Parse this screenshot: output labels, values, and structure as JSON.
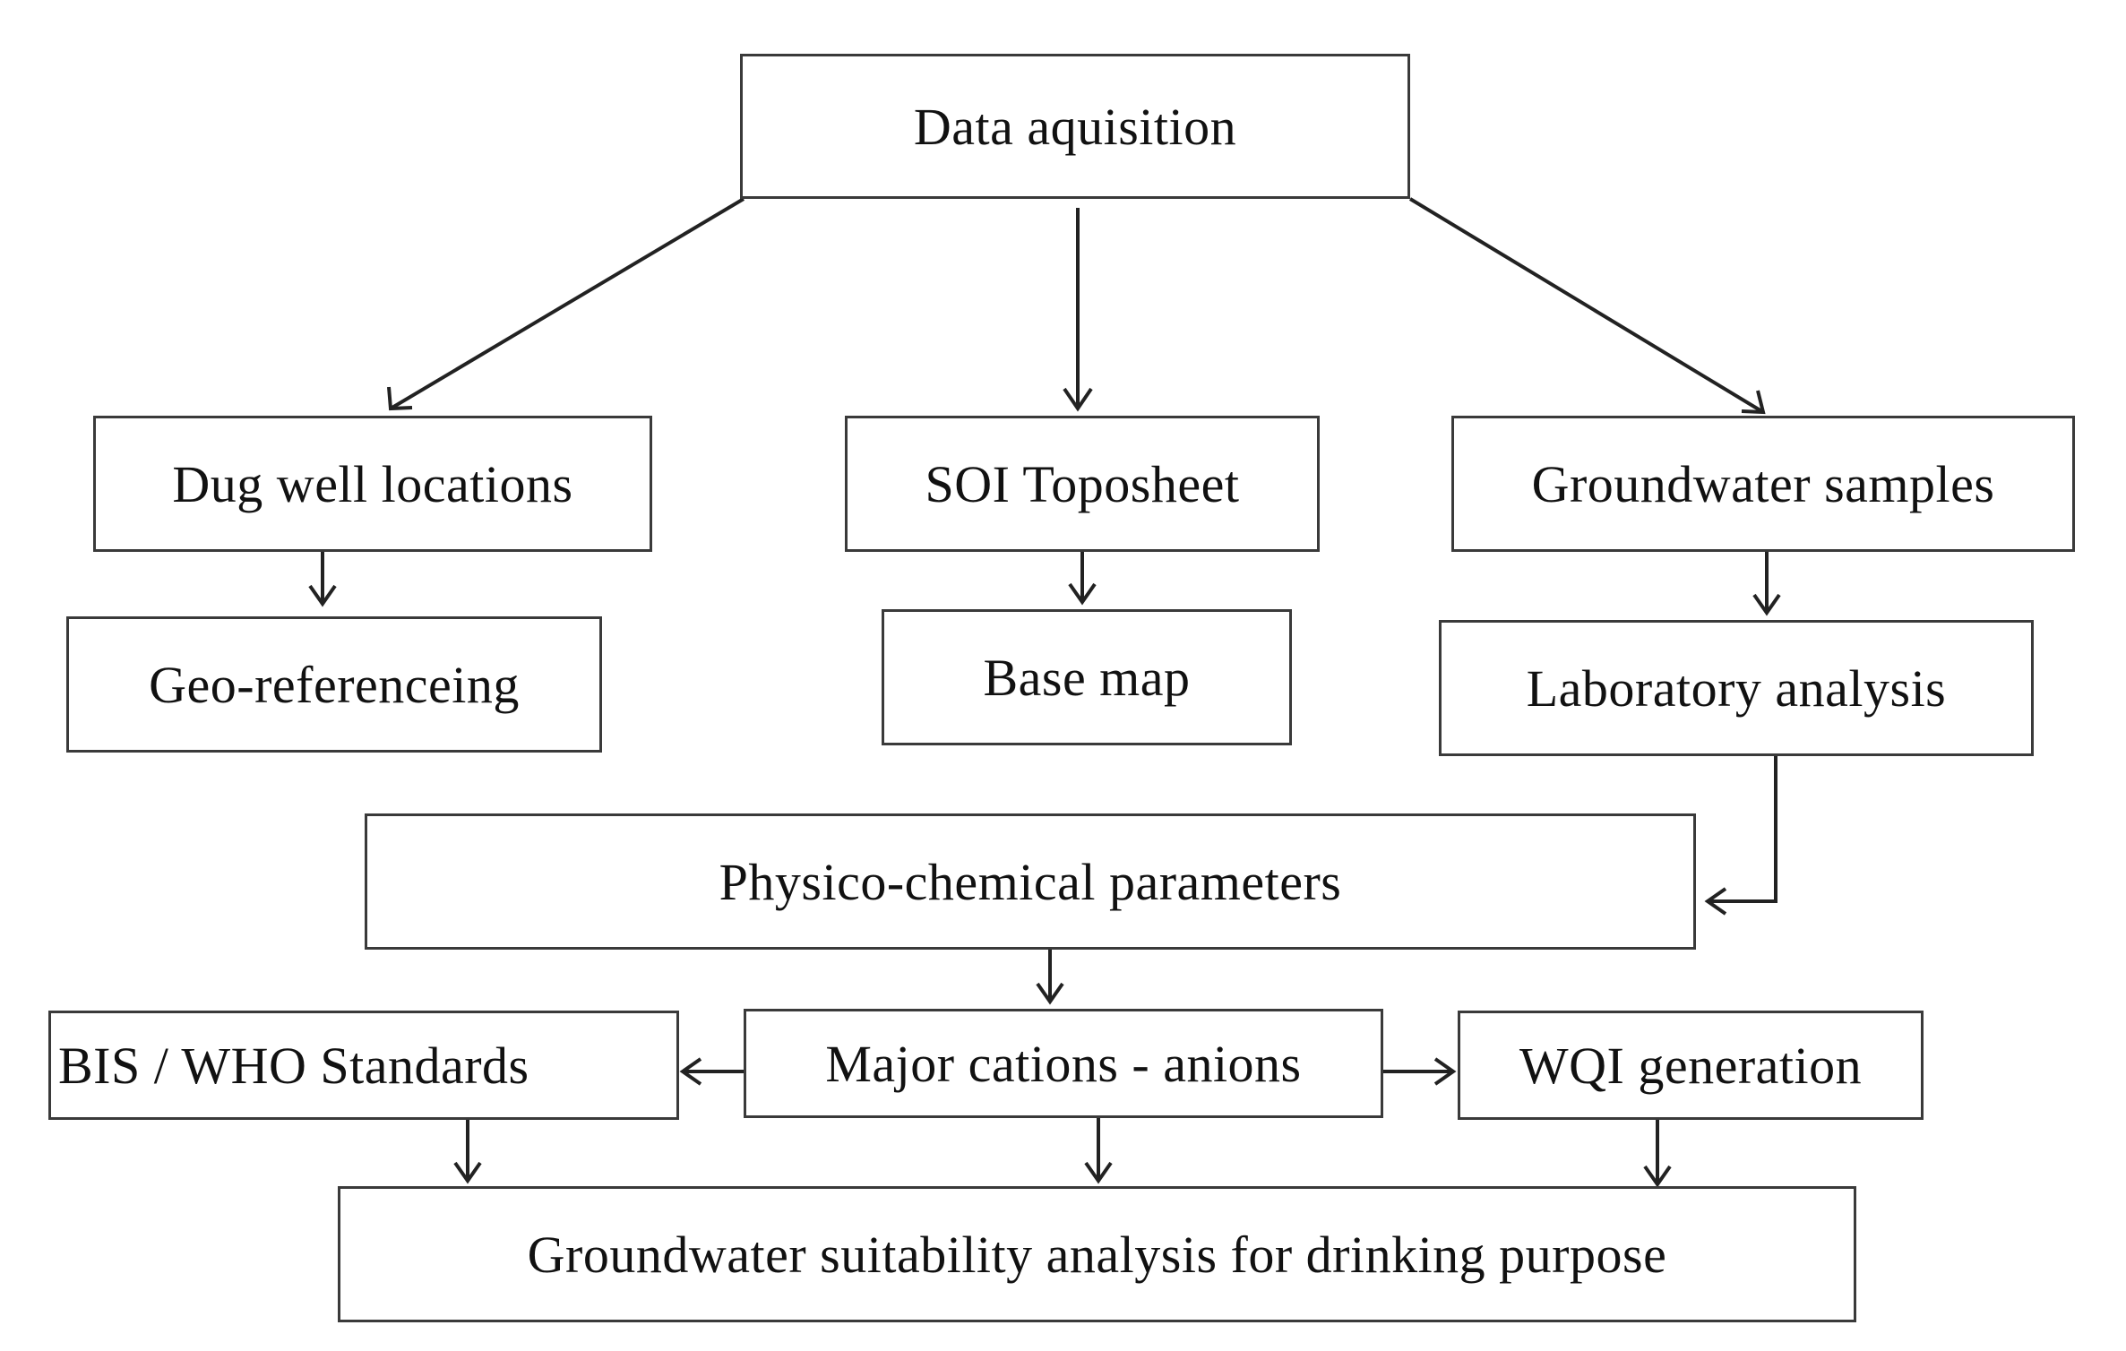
{
  "diagram": {
    "nodes": {
      "data_acquisition": "Data aquisition",
      "dug_well_locations": "Dug well locations",
      "soi_toposheet": "SOI Toposheet",
      "groundwater_samples": "Groundwater samples",
      "geo_referencing": "Geo-referenceing",
      "base_map": "Base map",
      "laboratory_analysis": "Laboratory analysis",
      "physico_chemical_parameters": "Physico-chemical parameters",
      "bis_who_standards": "BIS / WHO Standards",
      "major_cations_anions": "Major cations - anions",
      "wqi_generation": "WQI generation",
      "groundwater_suitability": "Groundwater suitability analysis for drinking purpose"
    },
    "edges": [
      {
        "from": "data_acquisition",
        "to": "dug_well_locations"
      },
      {
        "from": "data_acquisition",
        "to": "soi_toposheet"
      },
      {
        "from": "data_acquisition",
        "to": "groundwater_samples"
      },
      {
        "from": "dug_well_locations",
        "to": "geo_referencing"
      },
      {
        "from": "soi_toposheet",
        "to": "base_map"
      },
      {
        "from": "groundwater_samples",
        "to": "laboratory_analysis"
      },
      {
        "from": "laboratory_analysis",
        "to": "physico_chemical_parameters"
      },
      {
        "from": "physico_chemical_parameters",
        "to": "major_cations_anions"
      },
      {
        "from": "major_cations_anions",
        "to": "bis_who_standards"
      },
      {
        "from": "major_cations_anions",
        "to": "wqi_generation"
      },
      {
        "from": "bis_who_standards",
        "to": "groundwater_suitability"
      },
      {
        "from": "major_cations_anions",
        "to": "groundwater_suitability"
      },
      {
        "from": "wqi_generation",
        "to": "groundwater_suitability"
      }
    ]
  }
}
